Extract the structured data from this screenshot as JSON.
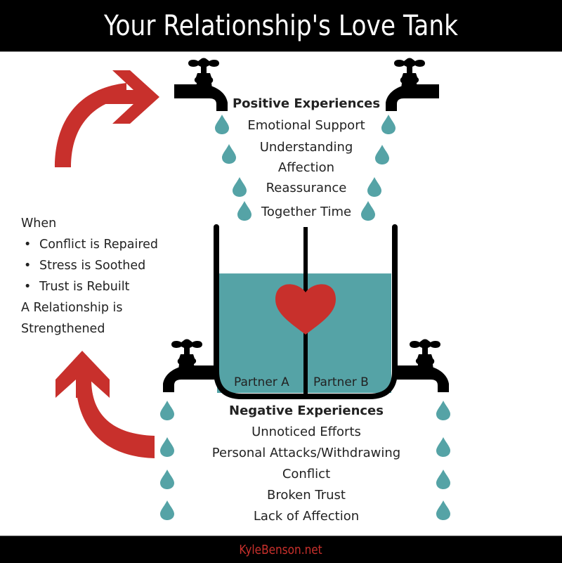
{
  "title": "Your Relationship's Love Tank",
  "footer": {
    "site": "KyleBenson.net"
  },
  "colors": {
    "header_bg": "#000000",
    "title_text": "#ffffff",
    "water": "#55a3a6",
    "drop": "#55a3a6",
    "heart": "#c8302c",
    "arrow": "#c8302c",
    "faucet": "#000000",
    "footer_text": "#c8302c"
  },
  "positive": {
    "heading": "Positive Experiences",
    "items": [
      "Emotional Support",
      "Understanding",
      "Affection",
      "Reassurance",
      "Together Time"
    ]
  },
  "negative": {
    "heading": "Negative Experiences",
    "items": [
      "Unnoticed Efforts",
      "Personal Attacks/Withdrawing",
      "Conflict",
      "Broken Trust",
      "Lack of Affection"
    ]
  },
  "side_note": {
    "intro": "When",
    "bullets": [
      "Conflict is Repaired",
      " Stress is Soothed",
      "Trust is Rebuilt"
    ],
    "conclusion_line1": "A Relationship is",
    "conclusion_line2": "Strengthened"
  },
  "tank": {
    "left_label": "Partner A",
    "right_label": "Partner B",
    "fill_level_percent": 72
  },
  "icons": {
    "top_left_faucet": "faucet-icon",
    "top_right_faucet": "faucet-icon",
    "bottom_left_faucet": "faucet-icon",
    "bottom_right_faucet": "faucet-icon",
    "heart": "heart-icon",
    "drops": "water-drop-icon",
    "arrow_top": "curved-arrow-right-icon",
    "arrow_bottom": "curved-arrow-up-icon"
  }
}
